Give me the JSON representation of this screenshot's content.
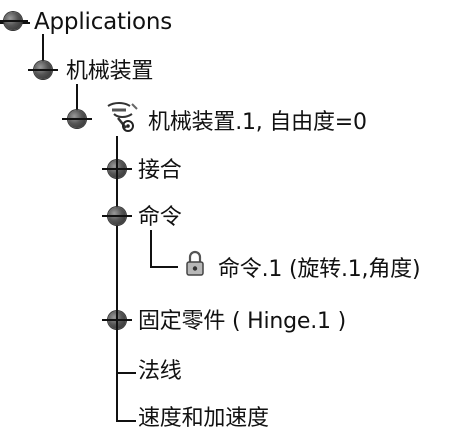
{
  "tree": {
    "root": {
      "label": "Applications",
      "state": "expanded"
    },
    "mechanisms": {
      "label": "机械装置",
      "state": "expanded"
    },
    "mechanism1": {
      "label": "机械装置.1, 自由度=0",
      "icon": "mechanism-icon",
      "state": "expanded"
    },
    "joints": {
      "label": "接合",
      "state": "collapsed"
    },
    "commands": {
      "label": "命令",
      "state": "expanded"
    },
    "command1": {
      "label": "命令.1 (旋转.1,角度)",
      "icon": "lock-icon"
    },
    "fixed_part": {
      "label": "固定零件 ( Hinge.1 )",
      "state": "collapsed"
    },
    "laws": {
      "label": "法线"
    },
    "speeds": {
      "label": "速度和加速度"
    }
  }
}
